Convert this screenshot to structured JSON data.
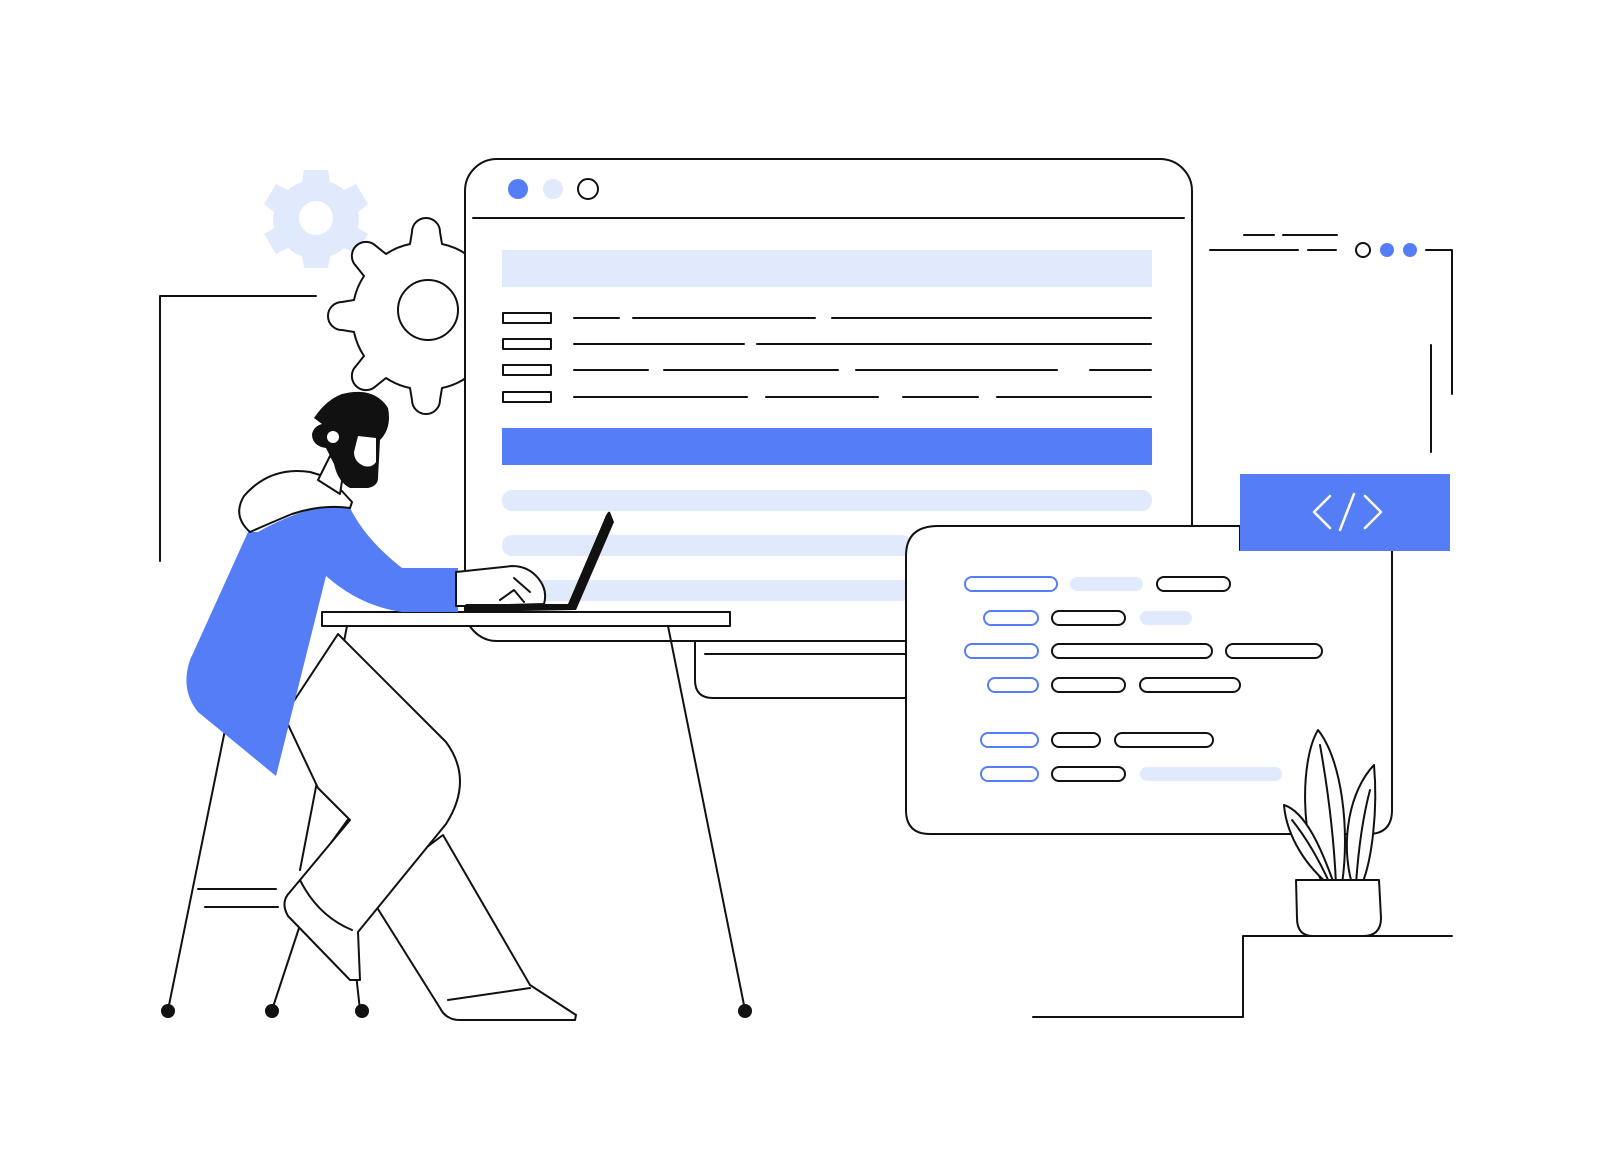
{
  "colors": {
    "accent": "#557DF6",
    "accent_light": "#E1E9FD",
    "ink": "#111111",
    "background": "#FFFFFF"
  },
  "browser_window": {
    "traffic_lights": [
      "filled-accent",
      "light-accent",
      "outline"
    ],
    "content_rows": 4,
    "highlight_bar": "accent"
  },
  "code_panel": {
    "badge_icon": "code-brackets-icon",
    "code_lines": 6
  },
  "decor": {
    "gears": [
      "gear-icon-light",
      "gear-icon-outline"
    ],
    "top_right_dots": [
      "outline",
      "accent",
      "accent"
    ],
    "plant": "potted-plant",
    "person": "developer-at-laptop"
  }
}
